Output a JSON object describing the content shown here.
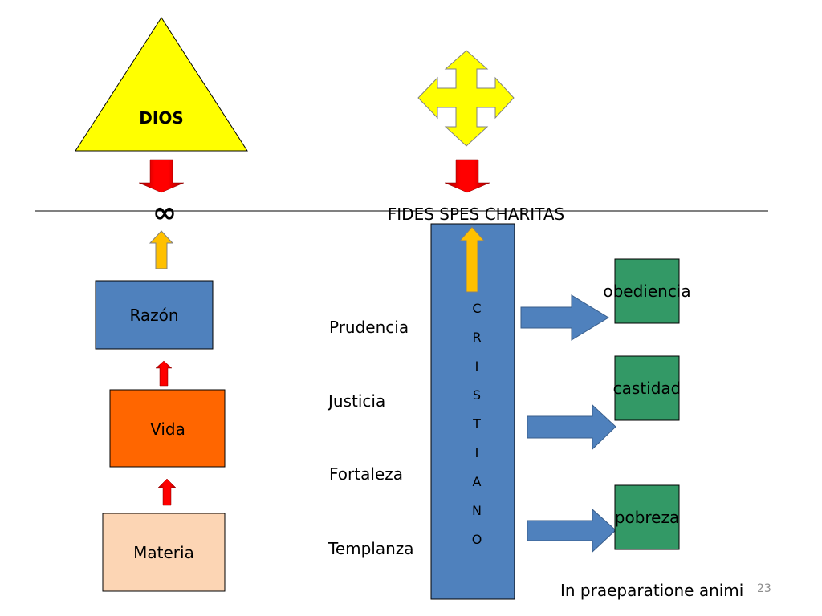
{
  "slide": {
    "page_number": "23",
    "footer": "In praeparatione animi"
  },
  "left_column": {
    "triangle_label": "DIOS",
    "infinity_symbol": "∞",
    "boxes": {
      "razon": "Razón",
      "vida": "Vida",
      "materia": "Materia"
    }
  },
  "right_column": {
    "virtues_theological": "FIDES SPES CHARITAS",
    "pillar_letters": [
      "C",
      "R",
      "I",
      "S",
      "T",
      "I",
      "A",
      "N",
      "O"
    ],
    "cardinal_virtues": [
      "Prudencia",
      "Justicia",
      "Fortaleza",
      "Templanza"
    ],
    "vows": [
      "obediencia",
      "castidad",
      "pobreza"
    ]
  },
  "colors": {
    "yellow": "#ffff00",
    "red": "#ff0000",
    "blue": "#4f81bd",
    "orange": "#ff6600",
    "peach": "#fcd5b4",
    "green": "#339966",
    "amber": "#ffc000"
  }
}
